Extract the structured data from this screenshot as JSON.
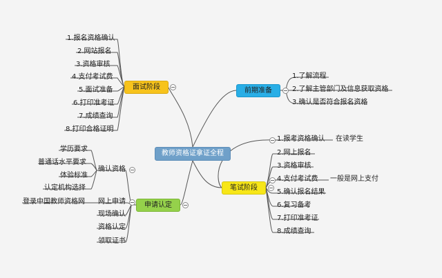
{
  "center": {
    "label": "教师资格证拿证全程"
  },
  "interview": {
    "label": "面试阶段",
    "items": [
      "1.报名资格确认",
      "2.网站报名",
      "3.资格审核",
      "4.支付考试费",
      "5.面试准备",
      "6.打印准考证",
      "7.成绩查询",
      "8.打印合格证明"
    ]
  },
  "prelim": {
    "label": "前期准备",
    "items": [
      "1.了解流程",
      "2.了解主管部门及信息获取资格",
      "3.确认是否符合报名资格"
    ]
  },
  "written": {
    "label": "笔试阶段",
    "items": [
      "1.报考资格确认",
      "2.网上报名",
      "3.资格审核",
      "4.支付考试费",
      "5.确认报名结果",
      "6.复习备考",
      "7.打印准考证",
      "8.成绩查询"
    ],
    "note1": "在读学生",
    "note4": "一般是网上支付"
  },
  "apply": {
    "label": "申请认定",
    "items": [
      "确认资格",
      "网上申请",
      "现场确认",
      "资格认定",
      "领取证书"
    ],
    "confirm_sub": [
      "学历要求",
      "普通话水平要求",
      "体验标准",
      "认定机构选择"
    ],
    "online_sub": [
      "登录中国教师资格网"
    ]
  },
  "colors": {
    "interview": "#f7c31c",
    "prelim": "#29aee6",
    "written": "#f7e618",
    "apply": "#95d14b",
    "center": "#6fa0c9"
  }
}
